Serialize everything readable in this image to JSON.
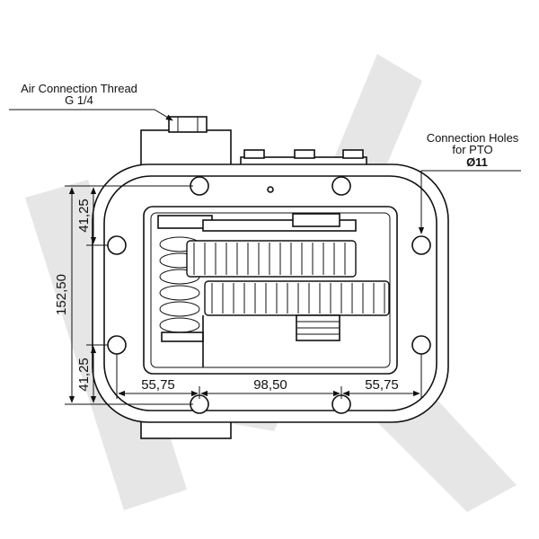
{
  "callouts": {
    "air_connection_title": "Air Connection Thread",
    "air_connection_value": "G 1/4",
    "pto_holes_line1": "Connection Holes",
    "pto_holes_line2": "for PTO",
    "pto_holes_value": "Ø11"
  },
  "dimensions": {
    "vertical_total": "152,50",
    "vertical_top": "41,25",
    "vertical_bottom": "41,25",
    "horizontal_left": "55,75",
    "horizontal_middle": "98,50",
    "horizontal_right": "55,75"
  },
  "watermark": {
    "color": "#e6e6e6"
  }
}
